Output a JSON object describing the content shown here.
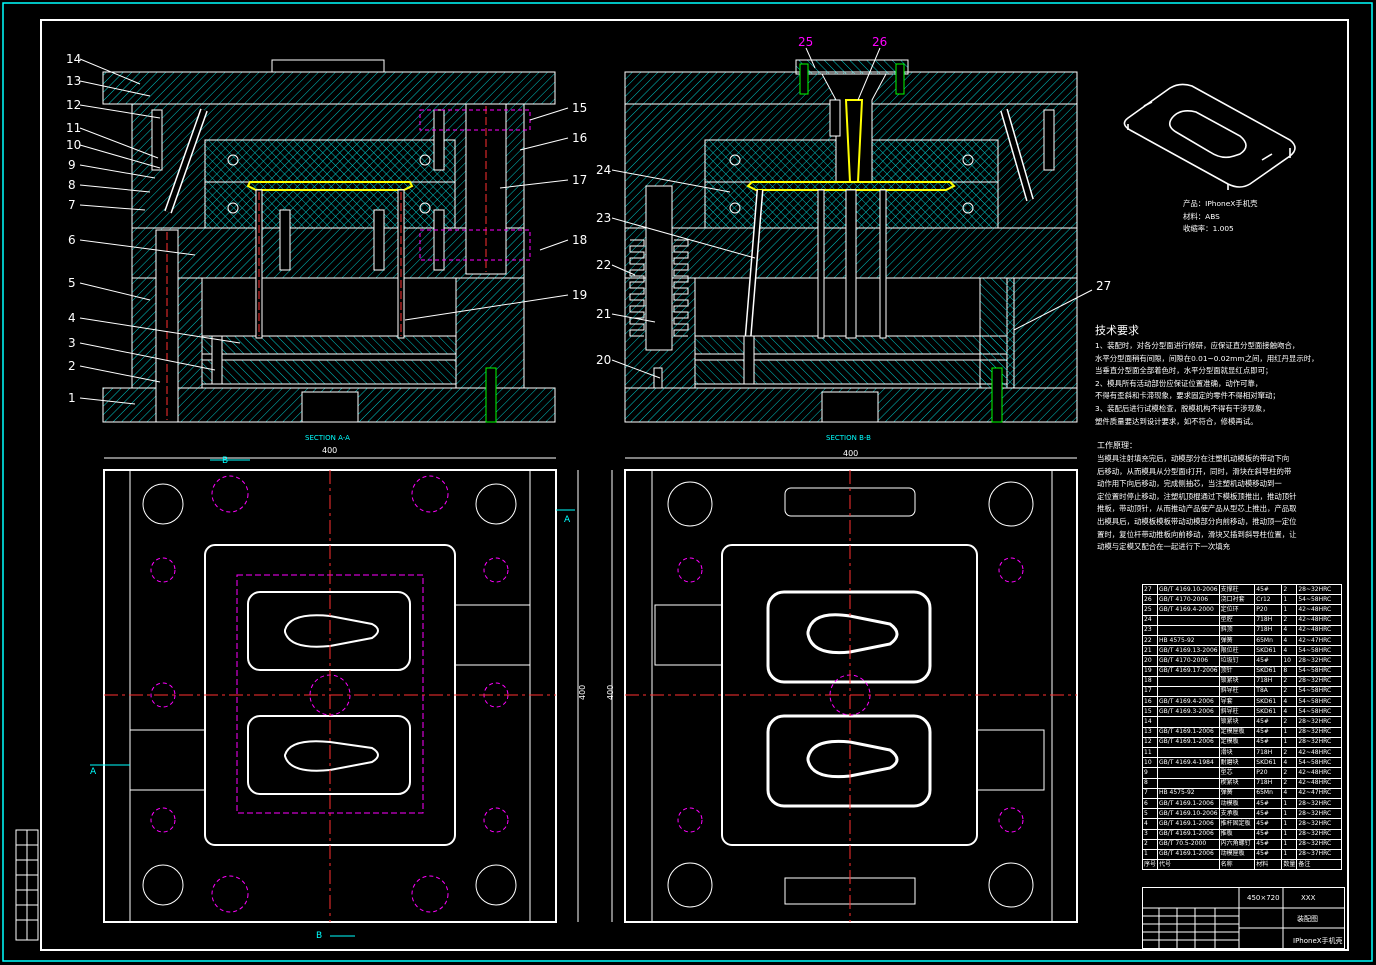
{
  "views": {
    "section_a": {
      "caption": "SECTION A-A",
      "callouts": [
        "1",
        "2",
        "3",
        "4",
        "5",
        "6",
        "7",
        "8",
        "9",
        "10",
        "11",
        "12",
        "13",
        "14",
        "15",
        "16",
        "17",
        "18",
        "19"
      ]
    },
    "section_b": {
      "caption": "SECTION B-B",
      "callouts": [
        "20",
        "21",
        "22",
        "23",
        "24",
        "25",
        "26",
        "27"
      ]
    },
    "plan_left": {
      "dim_width": "400",
      "dim_height": "400",
      "section_marks": [
        "B",
        "A",
        "A",
        "B"
      ]
    },
    "plan_right": {
      "dim_width": "400",
      "dim_height": "400"
    }
  },
  "product": {
    "line1": "产品：IPhoneX手机壳",
    "line2": "材料：ABS",
    "line3": "收缩率：1.005"
  },
  "tech_requirements": {
    "title": "技术要求",
    "lines": [
      "1、装配时，对各分型面进行修研，应保证直分型面接触吻合，",
      "水平分型面稍有间隙，间隙在0.01~0.02mm之间，用红丹显示时，",
      "当垂直分型面全部着色时，水平分型面就显红点即可；",
      "2、模具所有活动部份应保证位置准确，动作可靠，",
      "不得有歪斜和卡滞现象，要求固定的零件不得相对窜动；",
      "3、装配后进行试模检查，脱模机构不得有干涉现象，",
      "塑件质量要达到设计要求，如不符合，修模再试。"
    ]
  },
  "working_process": {
    "title": "工作原理：",
    "lines": [
      "当模具注射填充完后，动模部分在注塑机动模板的带动下向",
      "后移动，从而模具从分型面I打开，同时，滑块在斜导柱的带",
      "动作用下向后移动，完成侧抽芯，当注塑机动模移动到一",
      "定位置时停止移动，注塑机顶棍通过下模板顶推出，推动顶针",
      "推板，带动顶针，从而推动产品使产品从型芯上推出，产品取",
      "出模具后，动模板模板带动动模部分向前移动，推动顶一定位",
      "置时，复位杆带动推板向前移动，滑块又插到斜导柱位置，让",
      "动模与定模又配合在一起进行下一次填充"
    ]
  },
  "bom": {
    "rows": [
      [
        "27",
        "GB/T 4169.10-2006",
        "支撑柱",
        "45#",
        "2",
        "28~32HRC"
      ],
      [
        "26",
        "GB/T 4170-2006",
        "浇口衬套",
        "Cr12",
        "1",
        "54~58HRC"
      ],
      [
        "25",
        "GB/T 4169.4-2000",
        "定位环",
        "P20",
        "1",
        "42~48HRC"
      ],
      [
        "24",
        "",
        "型腔",
        "718H",
        "2",
        "42~48HRC"
      ],
      [
        "23",
        "",
        "斜顶",
        "718H",
        "4",
        "42~48HRC"
      ],
      [
        "22",
        "HB 4575-92",
        "弹簧",
        "65Mn",
        "4",
        "42~47HRC"
      ],
      [
        "21",
        "GB/T 4169.13-2006",
        "限位柱",
        "SKD61",
        "4",
        "54~58HRC"
      ],
      [
        "20",
        "GB/T 4170-2006",
        "垃圾钉",
        "45#",
        "10",
        "28~32HRC"
      ],
      [
        "19",
        "GB/T 4169.17-2006",
        "顶针",
        "SKD61",
        "8",
        "54~58HRC"
      ],
      [
        "18",
        "",
        "锁紧块",
        "718H",
        "2",
        "28~32HRC"
      ],
      [
        "17",
        "",
        "斜导柱",
        "T8A",
        "2",
        "54~58HRC"
      ],
      [
        "16",
        "GB/T 4169.4-2006",
        "导套",
        "SKD61",
        "4",
        "54~58HRC"
      ],
      [
        "15",
        "GB/T 4169.3-2006",
        "斜导柱",
        "SKD61",
        "4",
        "54~58HRC"
      ],
      [
        "14",
        "",
        "锁紧块",
        "45#",
        "2",
        "28~32HRC"
      ],
      [
        "13",
        "GB/T 4169.1-2006",
        "定模座板",
        "45#",
        "1",
        "28~32HRC"
      ],
      [
        "12",
        "GB/T 4169.1-2006",
        "定模板",
        "45#",
        "1",
        "28~32HRC"
      ],
      [
        "11",
        "",
        "滑块",
        "718H",
        "2",
        "42~48HRC"
      ],
      [
        "10",
        "GB/T 4169.4-1984",
        "耐磨块",
        "SKD61",
        "4",
        "54~58HRC"
      ],
      [
        "9",
        "",
        "型芯",
        "P20",
        "2",
        "42~48HRC"
      ],
      [
        "8",
        "",
        "楔紧块",
        "718H",
        "2",
        "42~48HRC"
      ],
      [
        "7",
        "HB 4575-92",
        "弹簧",
        "65Mn",
        "4",
        "42~47HRC"
      ],
      [
        "6",
        "GB/T 4169.1-2006",
        "动模板",
        "45#",
        "1",
        "28~32HRC"
      ],
      [
        "5",
        "GB/T 4169.10-2006",
        "支承板",
        "45#",
        "1",
        "28~32HRC"
      ],
      [
        "4",
        "GB/T 4169.1-2006",
        "推杆固定板",
        "45#",
        "1",
        "28~32HRC"
      ],
      [
        "3",
        "GB/T 4169.1-2006",
        "推板",
        "45#",
        "1",
        "28~32HRC"
      ],
      [
        "2",
        "GB/T 70.5-2000",
        "内六角螺钉",
        "45#",
        "1",
        "28~32HRC"
      ],
      [
        "1",
        "GB/T 4169.1-2006",
        "动模座板",
        "45#",
        "1",
        "28~37HRC"
      ]
    ],
    "header": [
      "序号",
      "代号",
      "名称",
      "材料",
      "数量",
      "备注"
    ]
  },
  "title_block": {
    "scale_mark": "450×720",
    "school": "XXX",
    "drawing_name": "装配图",
    "part_name": "IPhoneX手机壳"
  },
  "colors": {
    "frame": "#00ffff",
    "hatch": "#00ffff",
    "hidden": "#ff00ff",
    "plastic": "#ffff00",
    "pin": "#ff3030",
    "bolt_green": "#00ff00"
  }
}
